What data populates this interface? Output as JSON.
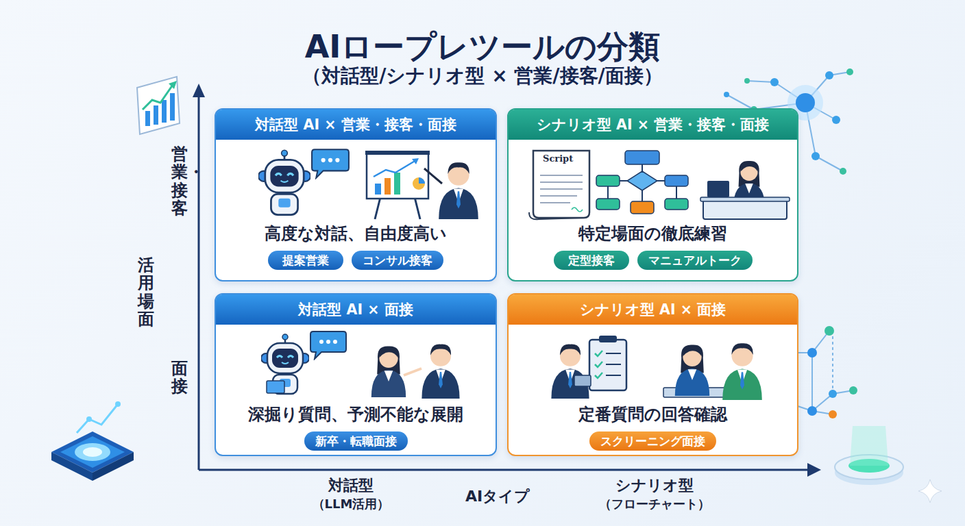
{
  "diagram": {
    "title": "AIロープレツールの分類",
    "nodes": [
      {
        "text": [
          "対話型 AI × 営業・接客・面接",
          "高度な対話、自由度高い"
        ]
      },
      {
        "text": [
          "提案営業"
        ],
        "in": 0
      },
      {
        "text": [
          "コンサル接客"
        ],
        "in": 0
      },
      {
        "text": [
          "シナリオ型 AI × 営業・接客・面接",
          "特定場面の徹底練習"
        ]
      },
      {
        "text": [
          "定型接客"
        ],
        "in": 3
      },
      {
        "text": [
          "マニュアルトーク"
        ],
        "in": 3
      },
      {
        "text": [
          "対話型 AI × 面接",
          "深掘り質問、予測不能な展開"
        ]
      },
      {
        "text": [
          "新卒・転職面接"
        ],
        "in": 6
      },
      {
        "text": [
          "シナリオ型 AI × 面接",
          "定番質問の回答確認"
        ]
      },
      {
        "text": [
          "スクリーニング面接"
        ],
        "in": 8
      }
    ],
    "edges": [],
    "labels": [
      "（対話型/シナリオ型 × 営業/接客/面接）",
      "営業・接客",
      "活用場面",
      "面接",
      "対話型",
      "（LLM活用）",
      "AIタイプ",
      "シナリオ型",
      "（フローチャート）",
      "Script"
    ]
  }
}
